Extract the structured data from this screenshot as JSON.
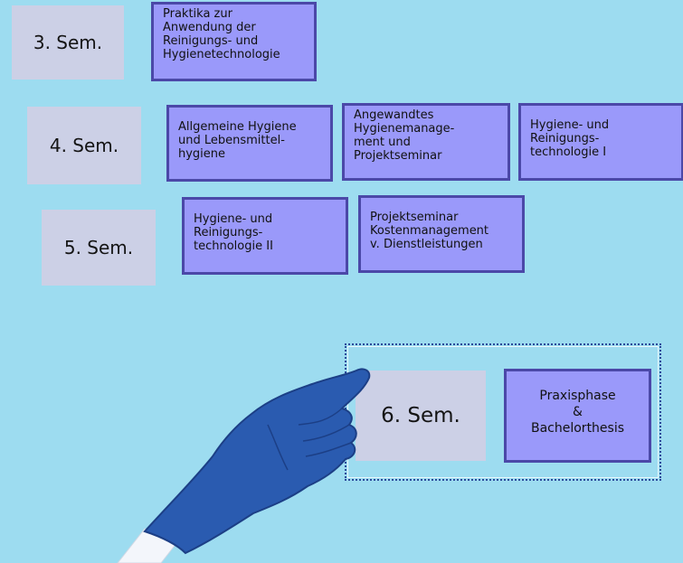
{
  "semesters": [
    {
      "label": "3. Sem.",
      "courses": [
        "Praktika zur\nAnwendung der\nReinigungs- und\nHygienetechnologie"
      ]
    },
    {
      "label": "4. Sem.",
      "courses": [
        "Allgemeine Hygiene\nund Lebensmittel-\nhygiene",
        "Angewandtes\nHygienemanage-\nment und\nProjektseminar",
        "Hygiene- und\nReinigungs-\ntechnologie I"
      ]
    },
    {
      "label": "5. Sem.",
      "courses": [
        "Hygiene- und\nReinigungs-\ntechnologie II",
        "Projektseminar\nKostenmanagement\nv. Dienstleistungen"
      ]
    },
    {
      "label": "6. Sem.",
      "courses": [
        "Praxisphase\n&\nBachelorthesis"
      ]
    }
  ],
  "colors": {
    "background": "#9ddcf0",
    "semester_box": "#ccd0e6",
    "course_box": "#9a99fa",
    "course_border": "#4b48a8",
    "glove": "#2a5bb0"
  },
  "icons": {
    "pointer": "pointing-hand-icon"
  }
}
